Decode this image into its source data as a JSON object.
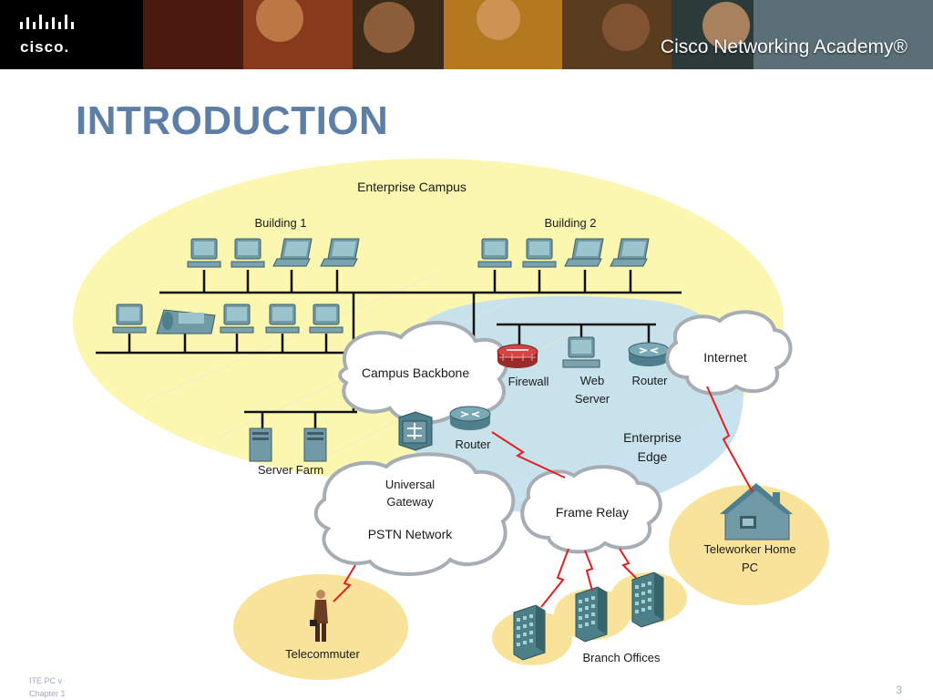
{
  "slide": {
    "title": "INTRODUCTION",
    "footer_line1": "ITE PC v",
    "footer_line2": "Chapter 1",
    "page_number": "3"
  },
  "header": {
    "logo_text": "cisco.",
    "academy_text": "Cisco Networking Academy®"
  },
  "diagram": {
    "labels": {
      "enterprise_campus": "Enterprise Campus",
      "building1": "Building 1",
      "building2": "Building 2",
      "campus_backbone": "Campus Backbone",
      "firewall": "Firewall",
      "web_server_line1": "Web",
      "web_server_line2": "Server",
      "router_edge": "Router",
      "internet": "Internet",
      "router_gateway": "Router",
      "enterprise_edge_line1": "Enterprise",
      "enterprise_edge_line2": "Edge",
      "server_farm": "Server Farm",
      "universal_gateway_line1": "Universal",
      "universal_gateway_line2": "Gateway",
      "pstn_network": "PSTN Network",
      "frame_relay": "Frame Relay",
      "teleworker_line1": "Teleworker Home",
      "teleworker_line2": "PC",
      "telecommuter": "Telecommuter",
      "branch_offices": "Branch Offices"
    }
  },
  "colors": {
    "title": "#5d7fa6",
    "campus_fill": "#fbf6b0",
    "edge_fill": "#c5e0ef",
    "remote_fill": "#f9e39a",
    "wan_link": "#e32020"
  }
}
